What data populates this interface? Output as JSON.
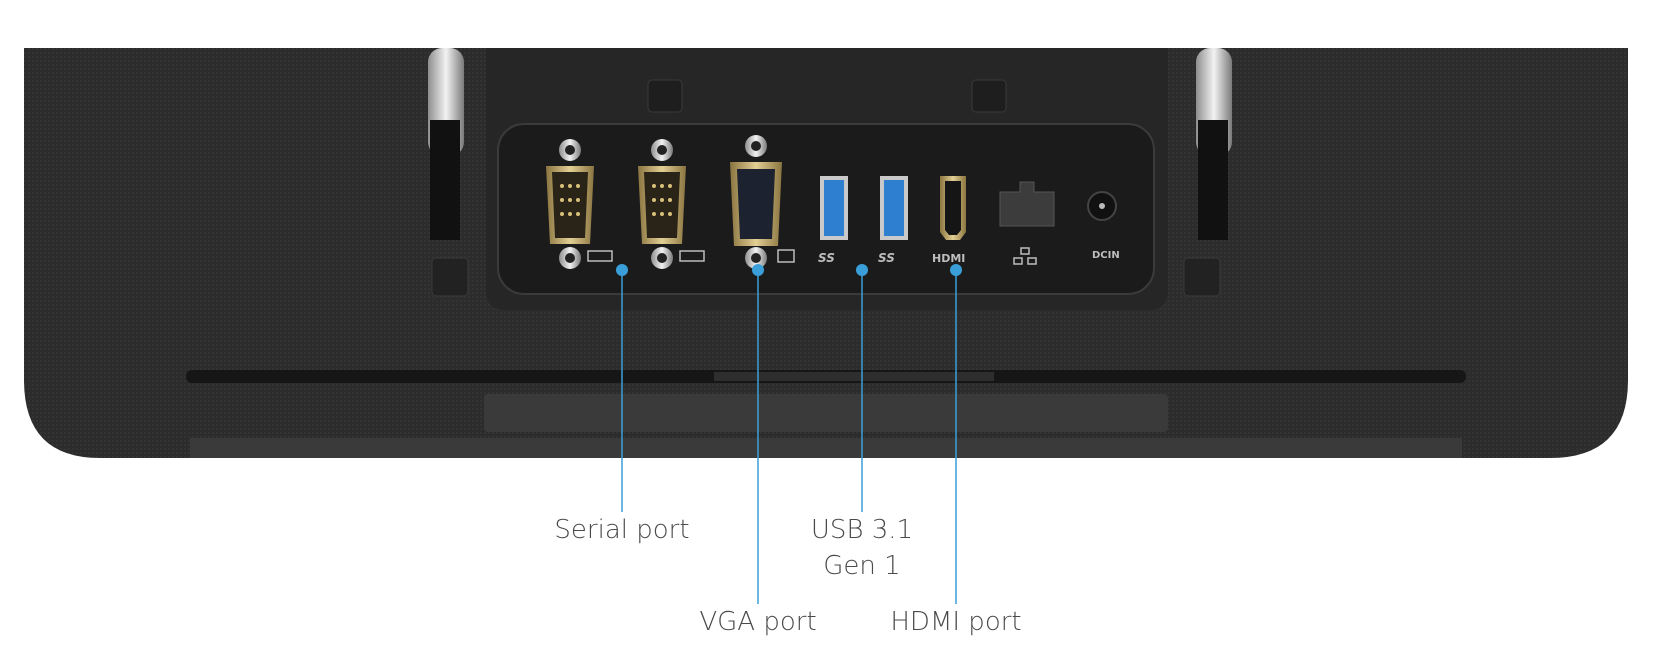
{
  "labels": {
    "serial": "Serial port",
    "vga": "VGA port",
    "usb_line1": "USB 3.1",
    "usb_line2": "Gen 1",
    "hdmi": "HDMI port"
  },
  "port_marks": {
    "usb_1": "SS",
    "usb_2": "SS",
    "hdmi": "HDMI",
    "dcin": "DCIN"
  },
  "colors": {
    "callout": "#3a9fd8",
    "chassis": "#2b2b2b",
    "panel": "#1d1d1d",
    "usb_blue": "#2f7fd0",
    "gold": "#b59a5a"
  }
}
